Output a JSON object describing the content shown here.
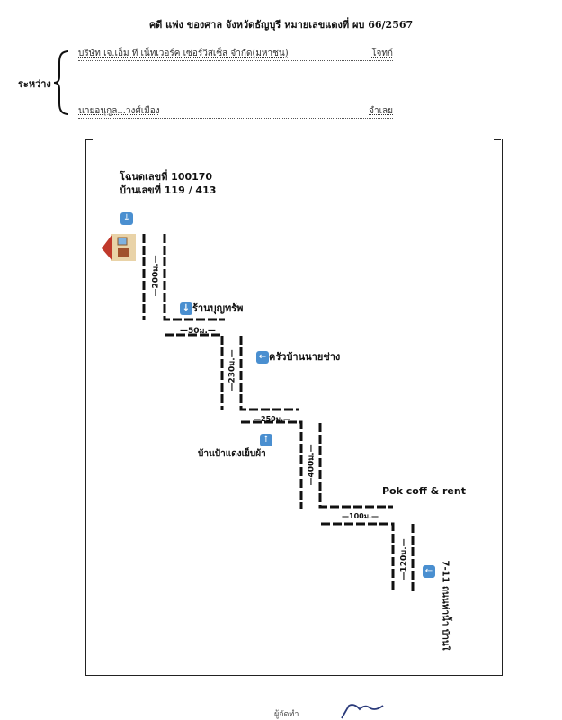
{
  "header": {
    "title": "คดี  แพ่ง  ของศาล จังหวัดธัญบุรี  หมายเลขแดงที่ ผบ 66/2567"
  },
  "parties": {
    "between_label": "ระหว่าง",
    "plaintiff": "บริษัท เจ.เอ็ม ที เน็ทเวอร์ค เซอร์วิสเซ็ส จำกัด(มหาชน)",
    "plaintiff_role": "โจทก์",
    "defendant": "นายอนุกูล...วงศ์เมือง",
    "defendant_role": "จำเลย"
  },
  "map": {
    "deed": "โฉนดเลขที่ 100170",
    "house_no": "บ้านเลขที่ 119 / 413",
    "landmarks": [
      "ร้านบุญทรัพ",
      "ครัวบ้านนายช่าง",
      "บ้านป้าแดงเย็บผ้า",
      "Pok coff & rent",
      "7-11 ถนนท่าน้ำ บ้านใ"
    ],
    "distances": [
      "—200ม.—",
      "—50ม.—",
      "—230ม.—",
      "—250ม.—",
      "—400ม.—",
      "—100ม.—",
      "—120ม.—"
    ]
  },
  "footer": {
    "prepared_by": "ผู้จัดทำ"
  }
}
